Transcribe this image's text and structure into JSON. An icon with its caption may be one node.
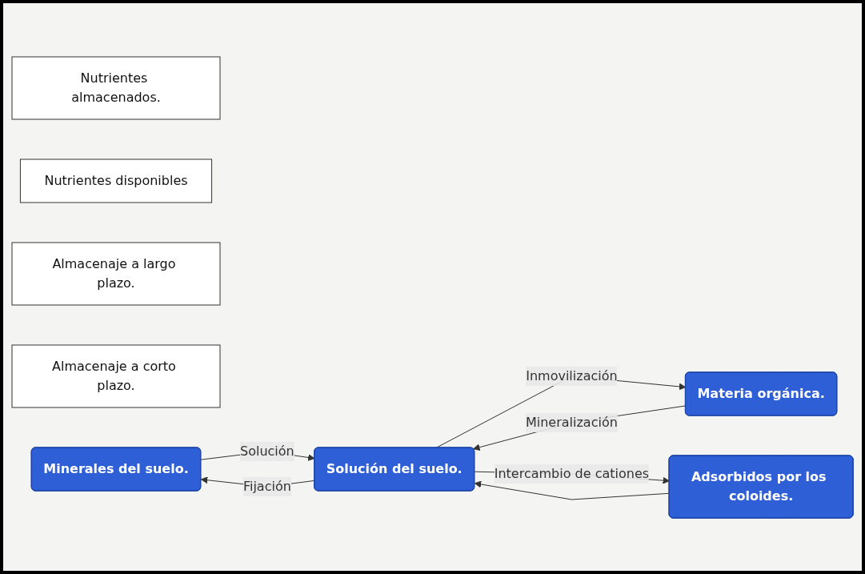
{
  "diagram": {
    "nodes": [
      {
        "text": [
          "Nutrientes almacenados."
        ]
      },
      {
        "text": [
          "Nutrientes disponibles"
        ]
      },
      {
        "text": [
          "Almacenaje a largo plazo."
        ]
      },
      {
        "text": [
          "Almacenaje a corto plazo."
        ]
      },
      {
        "text": [
          "Minerales del suelo."
        ]
      },
      {
        "text": [
          "Solución del suelo."
        ]
      },
      {
        "text": [
          "Materia orgánica."
        ]
      },
      {
        "text": [
          "Adsorbidos por los coloides."
        ]
      }
    ],
    "edges": [
      {
        "from": 5,
        "to": 4,
        "label": "Fijación",
        "arrow": "to"
      },
      {
        "from": 4,
        "to": 5,
        "label": "Solución",
        "arrow": "to"
      },
      {
        "from": 5,
        "to": 6,
        "label": "Inmovilización",
        "arrow": "to"
      },
      {
        "from": 6,
        "to": 5,
        "label": "Mineralización",
        "arrow": "to"
      },
      {
        "from": 5,
        "to": 7,
        "label": "Intercambio de cationes",
        "arrow": "to"
      },
      {
        "from": 7,
        "to": 5,
        "arrow": "to"
      }
    ]
  }
}
